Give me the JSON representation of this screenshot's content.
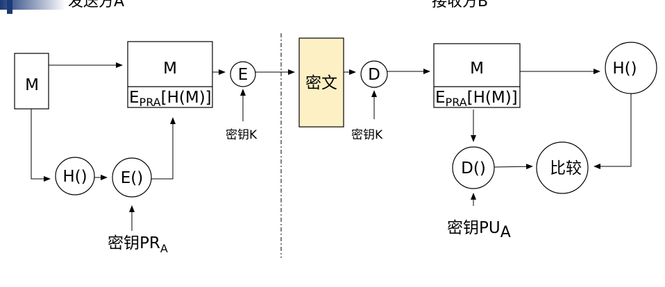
{
  "header": {
    "sender": "发送方A",
    "receiver": "接收方B"
  },
  "sender": {
    "message_box": "M",
    "message_block_top": "M",
    "sig_block": {
      "main": "E",
      "sub": "PRA",
      "rest": "[H(M)]"
    },
    "encrypt_circle": "E",
    "key_label": "密钥K",
    "hash_circle": "H()",
    "sign_circle": "E()",
    "private_key_label": {
      "main": "密钥PR",
      "sub": "A"
    }
  },
  "channel": {
    "ciphertext": "密文"
  },
  "receiver": {
    "decrypt_circle": "D",
    "key_label": "密钥K",
    "message_block_top": "M",
    "sig_block": {
      "main": "E",
      "sub": "PRA",
      "rest": "[H(M)]"
    },
    "hash_circle": "H()",
    "verify_circle": "D()",
    "compare_circle": "比较",
    "public_key_label": {
      "main": "密钥PU",
      "sub": "A"
    }
  },
  "colors": {
    "ciphertext_fill": "#fdf0c4",
    "ciphertext_stroke": "#000000",
    "corner_icon": "#1c3a78"
  }
}
